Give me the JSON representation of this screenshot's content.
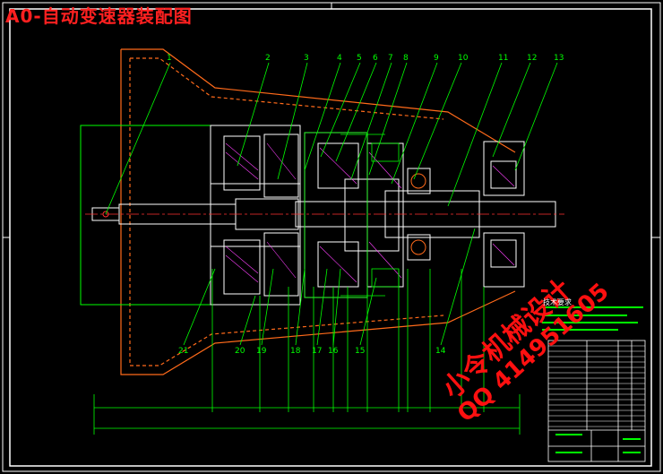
{
  "title": "A0-自动变速器装配图",
  "watermark": {
    "line1": "小令机械设计",
    "line2": "QQ 414951605"
  },
  "callouts": {
    "top": [
      "1",
      "2",
      "3",
      "4",
      "5",
      "6",
      "7",
      "8",
      "9",
      "10",
      "11",
      "12",
      "13"
    ],
    "bottom": [
      "21",
      "20",
      "19",
      "18",
      "17",
      "16",
      "15",
      "14"
    ]
  },
  "tech_notes_label": "技术要求",
  "colors": {
    "background": "#000000",
    "outline": "#ffffff",
    "part_lines": "#00ff00",
    "housing": "#ff6a1a",
    "centerline": "#ff3030",
    "hatch": "#ff40ff",
    "title_text": "#ff2020"
  }
}
